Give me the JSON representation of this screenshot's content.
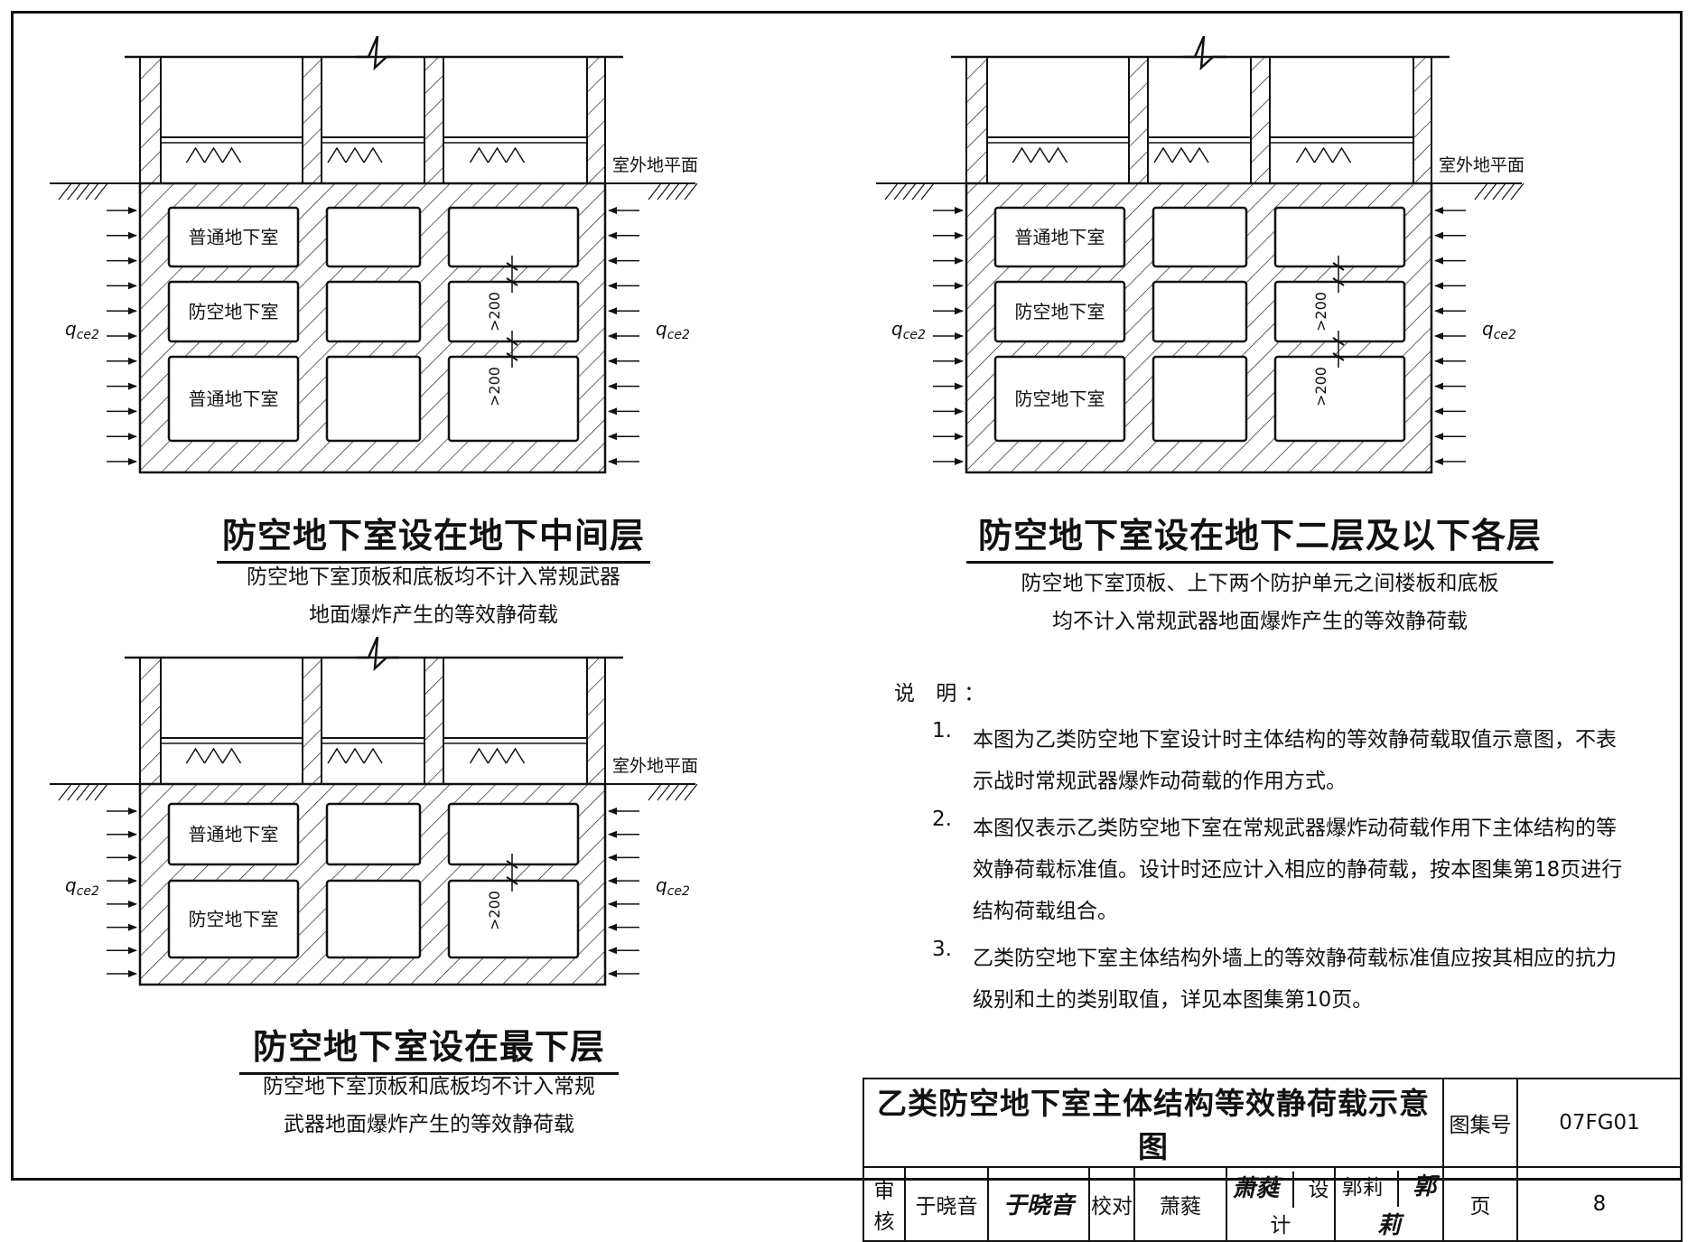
{
  "diagrams": [
    {
      "id": "d1",
      "ground_label": "室外地平面",
      "q_left": "q",
      "q_right": "q",
      "q_sub": "ce2",
      "rooms": [
        "普通地下室",
        "防空地下室",
        "普通地下室"
      ],
      "dims": [
        ">200",
        ">200"
      ],
      "title": "防空地下室设在地下中间层",
      "subtitle": [
        "防空地下室顶板和底板均不计入常规武器",
        "地面爆炸产生的等效静荷载"
      ]
    },
    {
      "id": "d2",
      "ground_label": "室外地平面",
      "q_left": "q",
      "q_right": "q",
      "q_sub": "ce2",
      "rooms": [
        "普通地下室",
        "防空地下室",
        "防空地下室"
      ],
      "dims": [
        ">200",
        ">200"
      ],
      "title": "防空地下室设在地下二层及以下各层",
      "subtitle": [
        "防空地下室顶板、上下两个防护单元之间楼板和底板",
        "均不计入常规武器地面爆炸产生的等效静荷载"
      ]
    },
    {
      "id": "d3",
      "ground_label": "室外地平面",
      "q_left": "q",
      "q_right": "q",
      "q_sub": "ce2",
      "rooms": [
        "普通地下室",
        "防空地下室"
      ],
      "dims": [
        ">200"
      ],
      "title": "防空地下室设在最下层",
      "subtitle": [
        "防空地下室顶板和底板均不计入常规",
        "武器地面爆炸产生的等效静荷载"
      ]
    }
  ],
  "notes": {
    "heading": "说 明：",
    "items": [
      {
        "num": "1.",
        "lines": [
          "本图为乙类防空地下室设计时主体结构的等效静荷载取值示意图，不表",
          "示战时常规武器爆炸动荷载的作用方式。"
        ]
      },
      {
        "num": "2.",
        "lines": [
          "本图仅表示乙类防空地下室在常规武器爆炸动荷载作用下主体结构的等",
          "效静荷载标准值。设计时还应计入相应的静荷载，按本图集第18页进行",
          "结构荷载组合。"
        ]
      },
      {
        "num": "3.",
        "lines": [
          "乙类防空地下室主体结构外墙上的等效静荷载标准值应按其相应的抗力",
          "级别和土的类别取值，详见本图集第10页。"
        ]
      }
    ]
  },
  "title_block": {
    "title": "乙类防空地下室主体结构等效静荷载示意图",
    "atlas_label": "图集号",
    "atlas_no": "07FG01",
    "review_label": "审核",
    "reviewer": "于晓音",
    "reviewer_sig": "于晓音",
    "check_label": "校对",
    "checker": "萧蕤",
    "checker_sig": "萧蕤",
    "design_label": "设计",
    "designer": "郭莉",
    "designer_sig": "郭莉",
    "page_label": "页",
    "page_no": "8"
  }
}
